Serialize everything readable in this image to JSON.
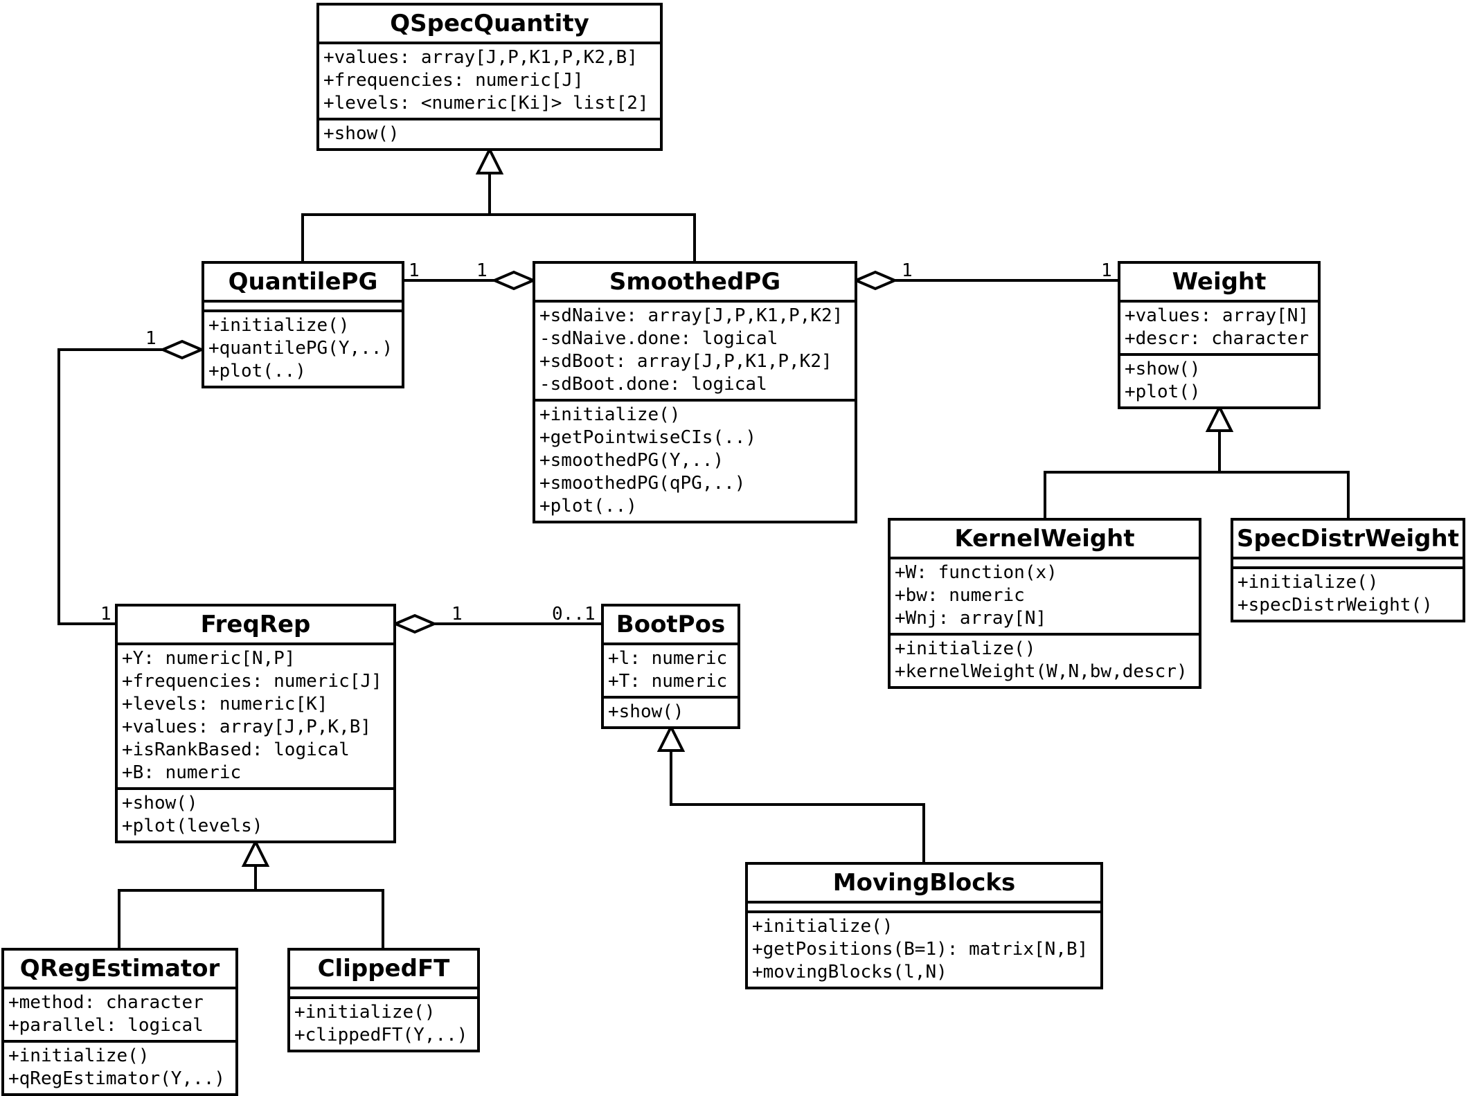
{
  "classes": [
    {
      "id": "qspec",
      "name": "QSpecQuantity",
      "attributes": [
        "+values: array[J,P,K1,P,K2,B]",
        "+frequencies: numeric[J]",
        "+levels: <numeric[Ki]> list[2]"
      ],
      "methods": [
        "+show()"
      ]
    },
    {
      "id": "quantilepg",
      "name": "QuantilePG",
      "attributes": [],
      "methods": [
        "+initialize()",
        "+quantilePG(Y,..)",
        "+plot(..)"
      ]
    },
    {
      "id": "smoothedpg",
      "name": "SmoothedPG",
      "attributes": [
        "+sdNaive: array[J,P,K1,P,K2]",
        "-sdNaive.done: logical",
        "+sdBoot: array[J,P,K1,P,K2]",
        "-sdBoot.done: logical"
      ],
      "methods": [
        "+initialize()",
        "+getPointwiseCIs(..)",
        "+smoothedPG(Y,..)",
        "+smoothedPG(qPG,..)",
        "+plot(..)"
      ]
    },
    {
      "id": "weight",
      "name": "Weight",
      "attributes": [
        "+values: array[N]",
        "+descr: character"
      ],
      "methods": [
        "+show()",
        "+plot()"
      ]
    },
    {
      "id": "kernelweight",
      "name": "KernelWeight",
      "attributes": [
        "+W: function(x)",
        "+bw: numeric",
        "+Wnj: array[N]"
      ],
      "methods": [
        "+initialize()",
        "+kernelWeight(W,N,bw,descr)"
      ]
    },
    {
      "id": "specdistrweight",
      "name": "SpecDistrWeight",
      "attributes": [],
      "methods": [
        "+initialize()",
        "+specDistrWeight()"
      ]
    },
    {
      "id": "freqrep",
      "name": "FreqRep",
      "attributes": [
        "+Y: numeric[N,P]",
        "+frequencies: numeric[J]",
        "+levels: numeric[K]",
        "+values: array[J,P,K,B]",
        "+isRankBased: logical",
        "+B: numeric"
      ],
      "methods": [
        "+show()",
        "+plot(levels)"
      ]
    },
    {
      "id": "bootpos",
      "name": "BootPos",
      "attributes": [
        "+l: numeric",
        "+T: numeric"
      ],
      "methods": [
        "+show()"
      ]
    },
    {
      "id": "movingblocks",
      "name": "MovingBlocks",
      "attributes": [],
      "methods": [
        "+initialize()",
        "+getPositions(B=1): matrix[N,B]",
        "+movingBlocks(l,N)"
      ]
    },
    {
      "id": "qregestimator",
      "name": "QRegEstimator",
      "attributes": [
        "+method: character",
        "+parallel: logical"
      ],
      "methods": [
        "+initialize()",
        "+qRegEstimator(Y,..)"
      ]
    },
    {
      "id": "clippedft",
      "name": "ClippedFT",
      "attributes": [],
      "methods": [
        "+initialize()",
        "+clippedFT(Y,..)"
      ]
    }
  ],
  "multiplicities": {
    "qpg_smoothed_left": "1",
    "qpg_smoothed_right": "1",
    "smoothed_weight_left": "1",
    "smoothed_weight_right": "1",
    "qpg_freqrep_top": "1",
    "qpg_freqrep_bottom": "1",
    "freqrep_bootpos_left": "1",
    "freqrep_bootpos_right": "0..1"
  }
}
